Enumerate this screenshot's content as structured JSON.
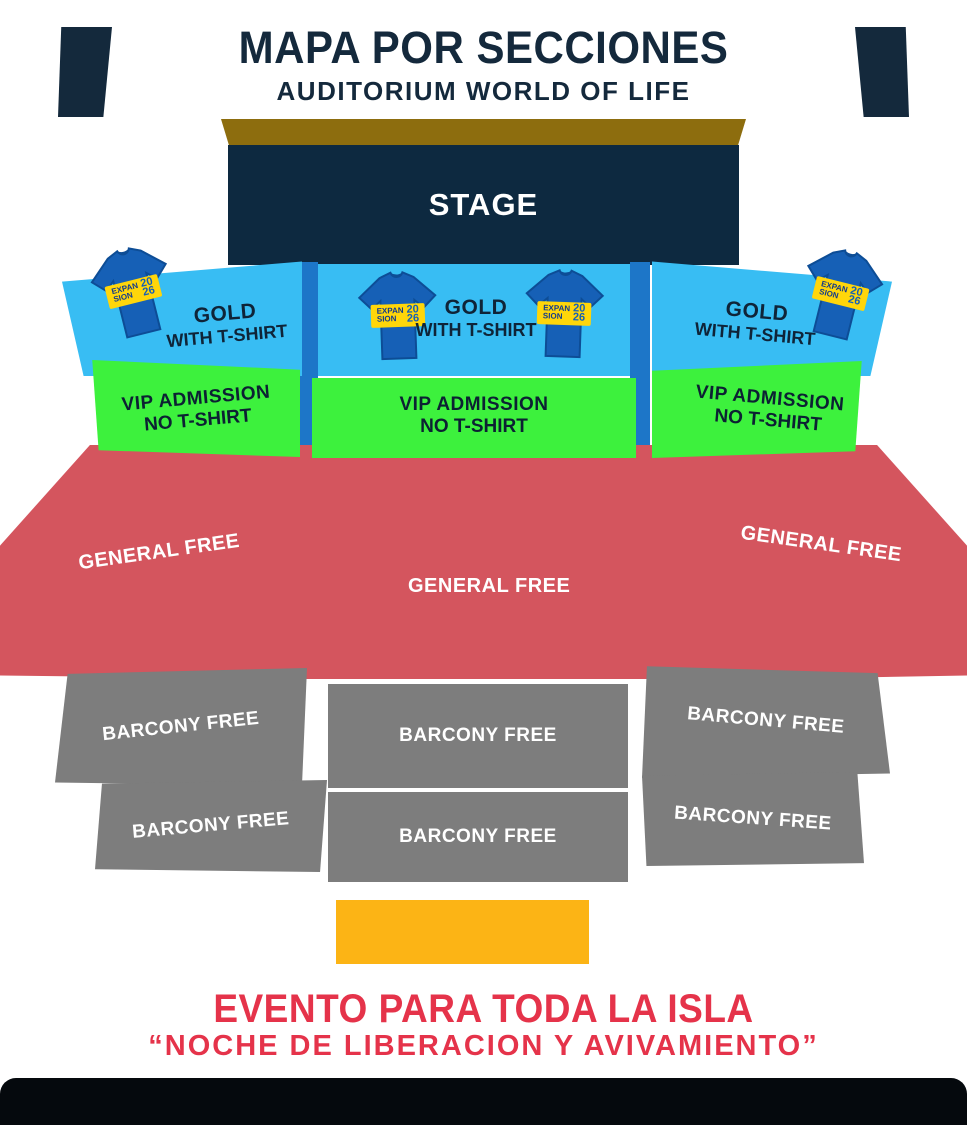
{
  "header": {
    "title": "MAPA POR SECCIONES",
    "subtitle": "AUDITORIUM WORLD OF LIFE"
  },
  "stage": {
    "label": "STAGE"
  },
  "tshirt_logo": {
    "line1": "EXPAN",
    "line2": "SION",
    "year_line1": "20",
    "year_line2": "26"
  },
  "sections": {
    "gold": {
      "title": "GOLD",
      "subtitle": "WITH T-SHIRT"
    },
    "vip": {
      "title": "VIP ADMISSION",
      "subtitle": "NO T-SHIRT"
    },
    "general": {
      "label": "GENERAL FREE"
    },
    "balcony": {
      "label": "BARCONY FREE"
    }
  },
  "footer": {
    "line1": "EVENTO PARA TODA LA ISLA",
    "line2": "“NOCHE DE LIBERACION Y AVIVAMIENTO”"
  },
  "colors": {
    "navy": "#14293c",
    "stage_navy": "#0d2940",
    "stage_gold": "#8d6d0e",
    "gold_section": "#38bdf3",
    "vip_section": "#3df13d",
    "general_section": "#d4555e",
    "balcony_section": "#7d7d7d",
    "banner_yellow": "#fcb415",
    "footer_red": "#e5334a",
    "tshirt_blue": "#1660b6"
  }
}
